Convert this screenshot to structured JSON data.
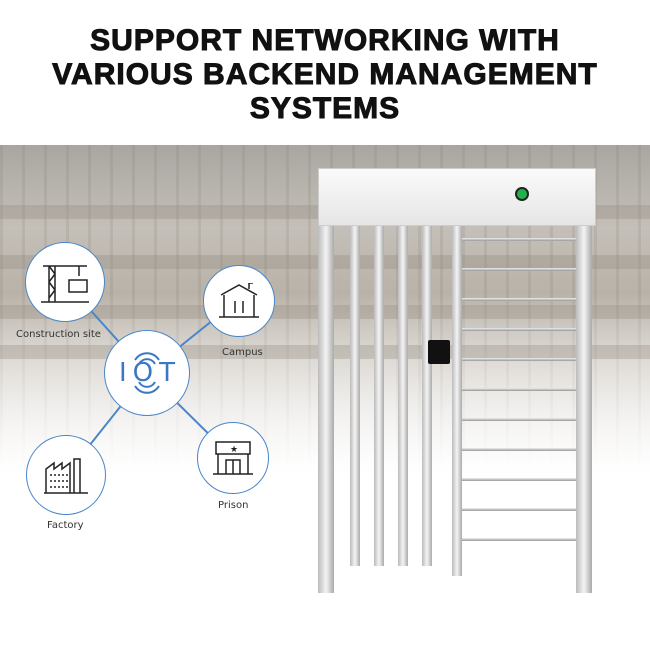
{
  "title": {
    "line1": "SUPPORT NETWORKING WITH",
    "line2": "VARIOUS BACKEND MANAGEMENT",
    "line3": "SYSTEMS"
  },
  "hub": {
    "label": "IOT",
    "icon": "iot-wireless-icon"
  },
  "nodes": [
    {
      "label": "Construction site",
      "icon": "crane-icon"
    },
    {
      "label": "Campus",
      "icon": "school-building-icon"
    },
    {
      "label": "Factory",
      "icon": "factory-icon"
    },
    {
      "label": "Prison",
      "icon": "prison-building-icon"
    }
  ],
  "colors": {
    "accent": "#4a86c8",
    "indicator": "#1fb34a"
  }
}
